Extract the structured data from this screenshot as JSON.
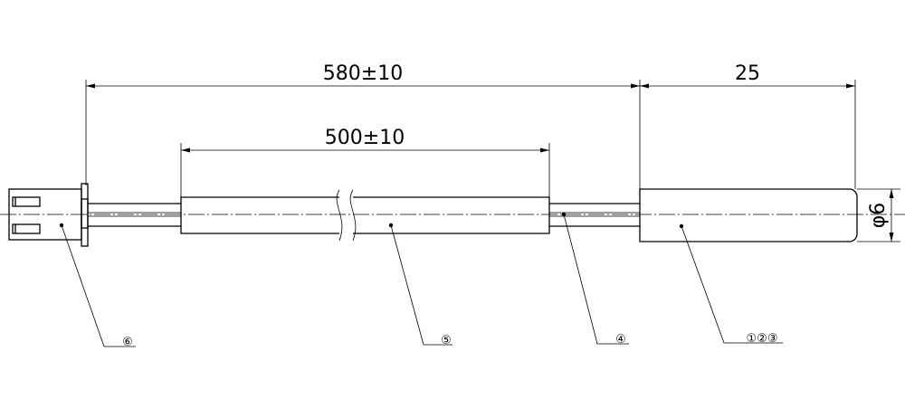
{
  "dimensions": {
    "overall_length": "580±10",
    "sleeve_length": "500±10",
    "probe_length": "25",
    "probe_diameter": "φ6"
  },
  "balloons": {
    "connector": "⑥",
    "sleeve": "⑤",
    "wire": "④",
    "probe": "①②③"
  }
}
